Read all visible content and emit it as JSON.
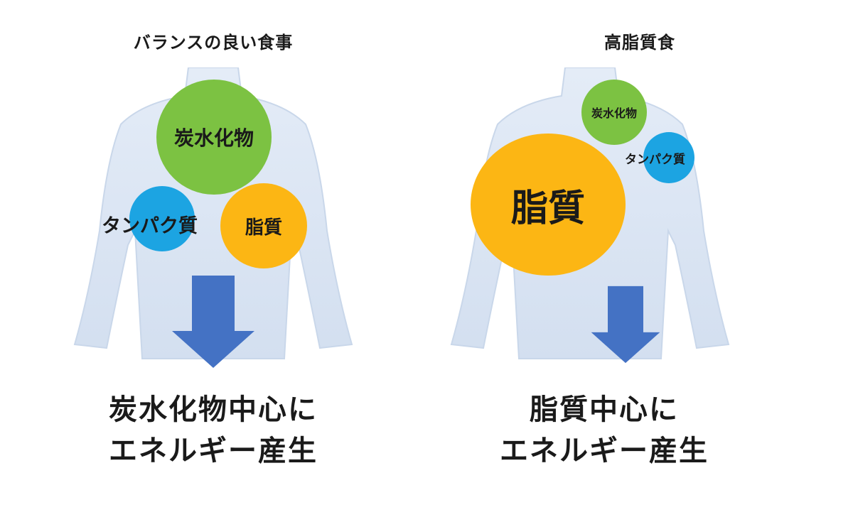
{
  "colors": {
    "carbohydrate": "#7cc242",
    "protein": "#1ca4e2",
    "fat": "#fcb614",
    "arrow": "#4472c4",
    "body_silhouette": "#dbe6f5"
  },
  "left_panel": {
    "title": "バランスの良い食事",
    "carbohydrate_label": "炭水化物",
    "protein_label": "タンパク質",
    "fat_label": "脂質",
    "conclusion_line1": "炭水化物中心に",
    "conclusion_line2": "エネルギー産生"
  },
  "right_panel": {
    "title": "高脂質食",
    "carbohydrate_label": "炭水化物",
    "protein_label": "タンパク質",
    "fat_label": "脂質",
    "conclusion_line1": "脂質中心に",
    "conclusion_line2": "エネルギー産生"
  }
}
